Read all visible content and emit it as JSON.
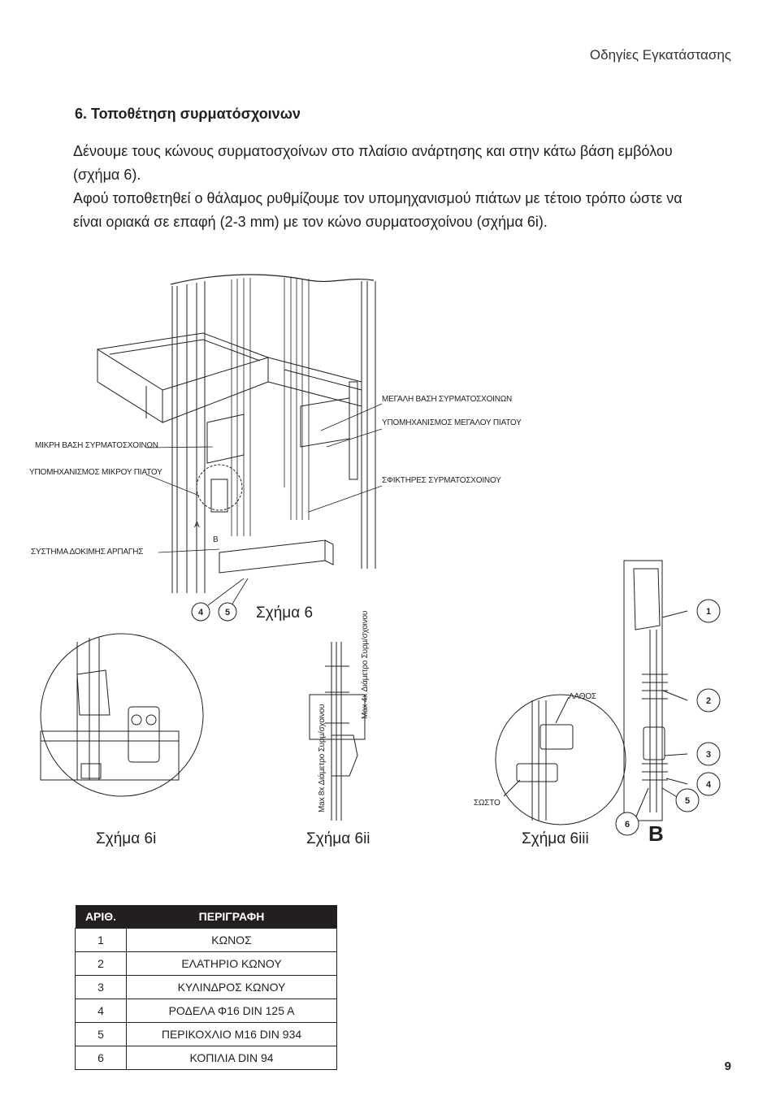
{
  "header": {
    "title": "Οδηγίες Εγκατάστασης"
  },
  "section": {
    "title": "6. Τοποθέτηση συρματόσχοινων",
    "paragraphs": [
      "Δένουμε τους κώνους συρματοσχοίνων στο πλαίσιο ανάρτησης και στην κάτω βάση εμβόλου (σχήμα 6).",
      "Αφού τοποθετηθεί ο θάλαμος ρυθμίζουμε τον υπομηχανισμού πιάτων με τέτοιο τρόπο ώστε να είναι οριακά σε επαφή (2-3 mm) με τον κώνο συρματοσχοίνου (σχήμα 6i)."
    ]
  },
  "figure": {
    "labels": {
      "big_base": "ΜΕΓΑΛΗ ΒΑΣΗ ΣΥΡΜΑΤΟΣΧΟΙΝΩΝ",
      "big_plate_mech": "ΥΠΟΜΗΧΑΝΙΣΜΟΣ ΜΕΓΑΛΟΥ ΠΙΑΤΟΥ",
      "small_base": "ΜΙΚΡΗ ΒΑΣΗ ΣΥΡΜΑΤΟΣΧΟΙΝΩΝ",
      "small_plate_mech": "ΥΠΟΜΗΧΑΝΙΣΜΟΣ ΜΙΚΡΟΥ ΠΙΑΤΟΥ",
      "clamps": "ΣΦΙΚΤΗΡΕΣ ΣΥΡΜΑΤΟΣΧΟΙΝΟΥ",
      "catch_test": "ΣΥΣΤΗΜΑ ΔΟΚΙΜΗΣ ΑΡΠΑΓΗΣ",
      "detail_a": "A",
      "detail_b": "B",
      "max_8x": "Max 8x Διάμετρο Συρμ/σχοινου",
      "max_4x": "Max 4x Διάμετρο Συρμ/σχοινου",
      "wrong": "ΛΑΘΟΣ",
      "right": "ΣΩΣΤΟ",
      "big_B": "B"
    },
    "callouts": {
      "n1": "1",
      "n2": "2",
      "n3": "3",
      "n4": "4",
      "n5": "5",
      "n6": "6"
    },
    "captions": {
      "fig6": "Σχήμα 6",
      "fig6i": "Σχήμα 6i",
      "fig6ii": "Σχήμα 6ii",
      "fig6iii": "Σχήμα 6iii"
    }
  },
  "parts_table": {
    "headers": {
      "num": "ΑΡΙΘ.",
      "desc": "ΠΕΡΙΓΡΑΦΗ"
    },
    "rows": [
      {
        "num": "1",
        "desc": "ΚΩΝΟΣ"
      },
      {
        "num": "2",
        "desc": "ΕΛΑΤΗΡΙΟ ΚΩΝΟΥ"
      },
      {
        "num": "3",
        "desc": "ΚΥΛΙΝΔΡΟΣ ΚΩΝΟΥ"
      },
      {
        "num": "4",
        "desc": "ΡΟΔΕΛΑ Φ16 DIN 125 A"
      },
      {
        "num": "5",
        "desc": "ΠΕΡΙΚΟΧΛΙΟ Μ16 DIN 934"
      },
      {
        "num": "6",
        "desc": "ΚΟΠΙΛΙΑ DIN 94"
      }
    ]
  },
  "page_number": "9"
}
